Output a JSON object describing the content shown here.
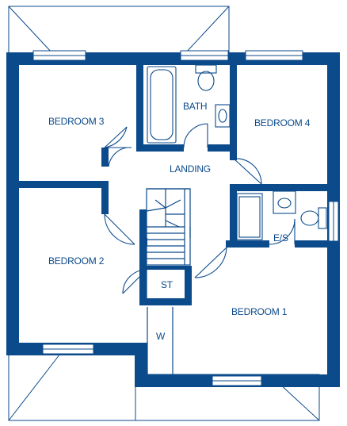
{
  "plan": {
    "wall_color": "#0b4a8b",
    "background": "#ffffff",
    "rooms": {
      "bedroom3": "BEDROOM 3",
      "bath": "BATH",
      "bedroom4": "BEDROOM 4",
      "landing": "LANDING",
      "bedroom2": "BEDROOM 2",
      "es": "E/S",
      "st": "ST",
      "bedroom1": "BEDROOM 1",
      "w": "W"
    }
  }
}
